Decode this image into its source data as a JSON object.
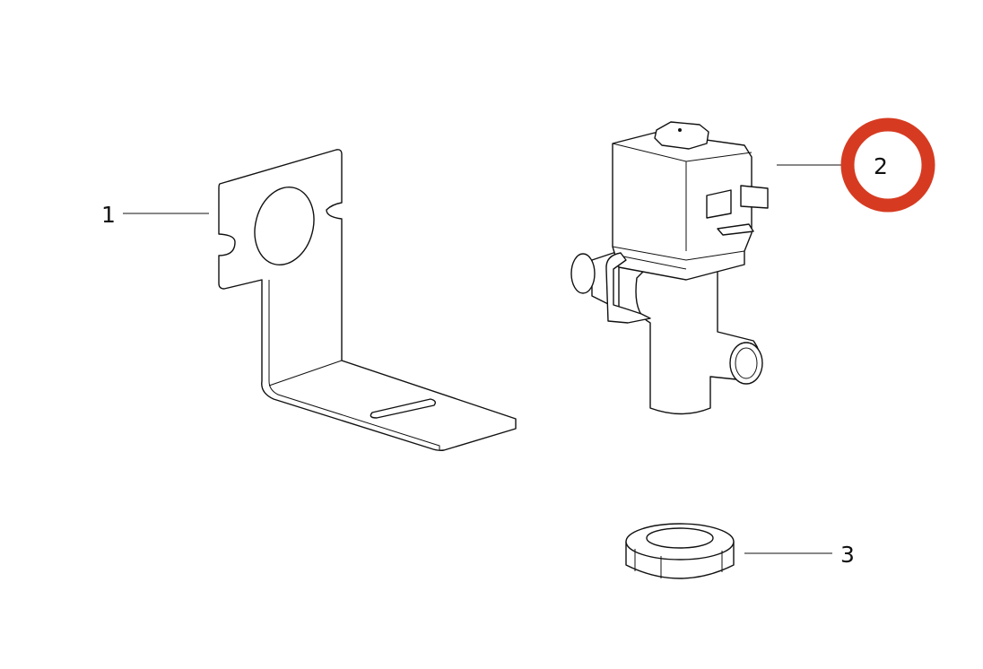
{
  "diagram": {
    "callouts": [
      {
        "id": "1",
        "text": "1",
        "part": "mounting-bracket"
      },
      {
        "id": "2",
        "text": "2",
        "part": "solenoid-valve",
        "highlighted": true
      },
      {
        "id": "3",
        "text": "3",
        "part": "nut"
      }
    ],
    "highlight_color": "#D63B21"
  }
}
